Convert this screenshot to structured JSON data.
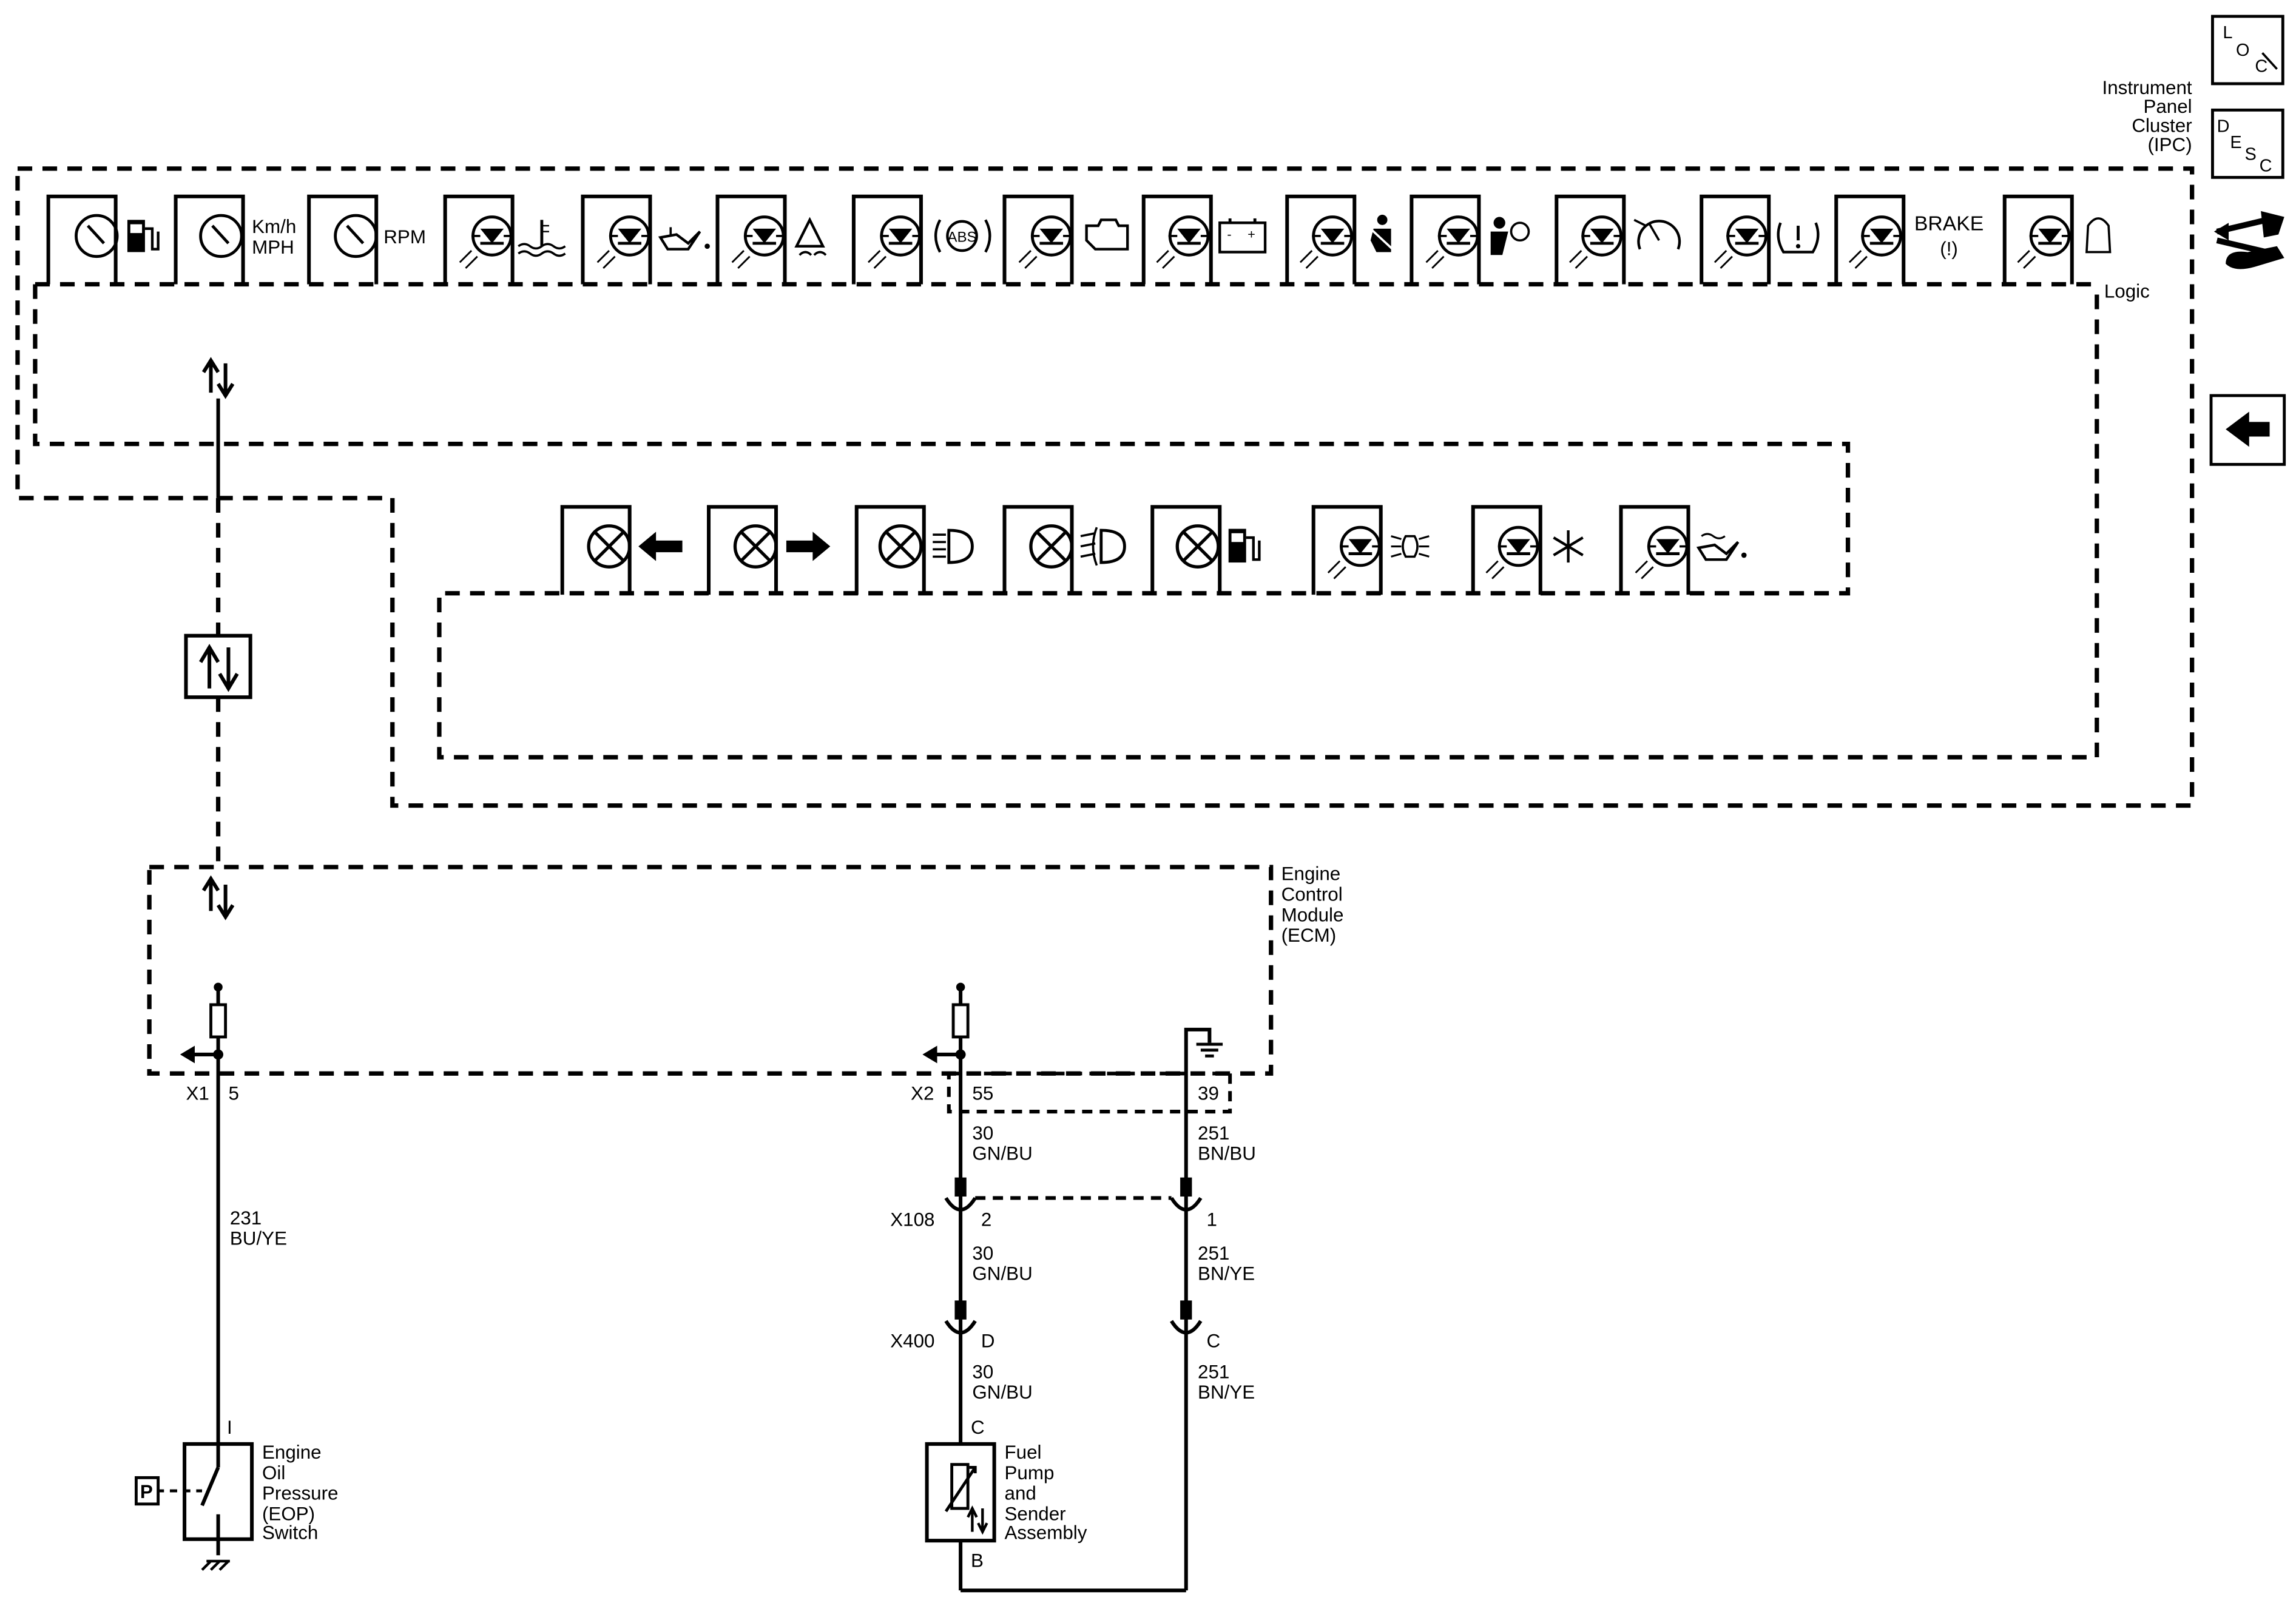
{
  "side": {
    "loc": {
      "a": "L",
      "b": "O",
      "c": "C"
    },
    "desc": {
      "a": "D",
      "b": "E",
      "c": "S",
      "d": "C"
    }
  },
  "ipc": {
    "line1": "Instrument",
    "line2": "Panel",
    "line3": "Cluster",
    "line4": "(IPC)",
    "logic": "Logic"
  },
  "gauges": {
    "kmh": "Km/h",
    "mph": "MPH",
    "rpm": "RPM",
    "abs": "ABS",
    "brake": "BRAKE",
    "brake_sym": "(!)"
  },
  "ecm": {
    "line1": "Engine",
    "line2": "Control",
    "line3": "Module",
    "line4": "(ECM)"
  },
  "connectors": {
    "x1": "X1",
    "x1_pin": "5",
    "x2": "X2",
    "x2_pin_a": "55",
    "x2_pin_b": "39",
    "x108": "X108",
    "x108_pin_a": "2",
    "x108_pin_b": "1",
    "x400": "X400",
    "x400_pin_a": "D",
    "x400_pin_b": "C"
  },
  "wires": {
    "w231_num": "231",
    "w231_color": "BU/YE",
    "w30a_num": "30",
    "w30a_color": "GN/BU",
    "w251a_num": "251",
    "w251a_color": "BN/BU",
    "w30b_num": "30",
    "w30b_color": "GN/BU",
    "w251b_num": "251",
    "w251b_color": "BN/YE",
    "w30c_num": "30",
    "w30c_color": "GN/BU",
    "w251c_num": "251",
    "w251c_color": "BN/YE"
  },
  "eop": {
    "pin": "I",
    "line1": "Engine",
    "line2": "Oil",
    "line3": "Pressure",
    "line4": "(EOP)",
    "line5": "Switch",
    "p": "P"
  },
  "fuel": {
    "pin_top": "C",
    "pin_bot": "B",
    "line1": "Fuel",
    "line2": "Pump",
    "line3": "and",
    "line4": "Sender",
    "line5": "Assembly"
  }
}
